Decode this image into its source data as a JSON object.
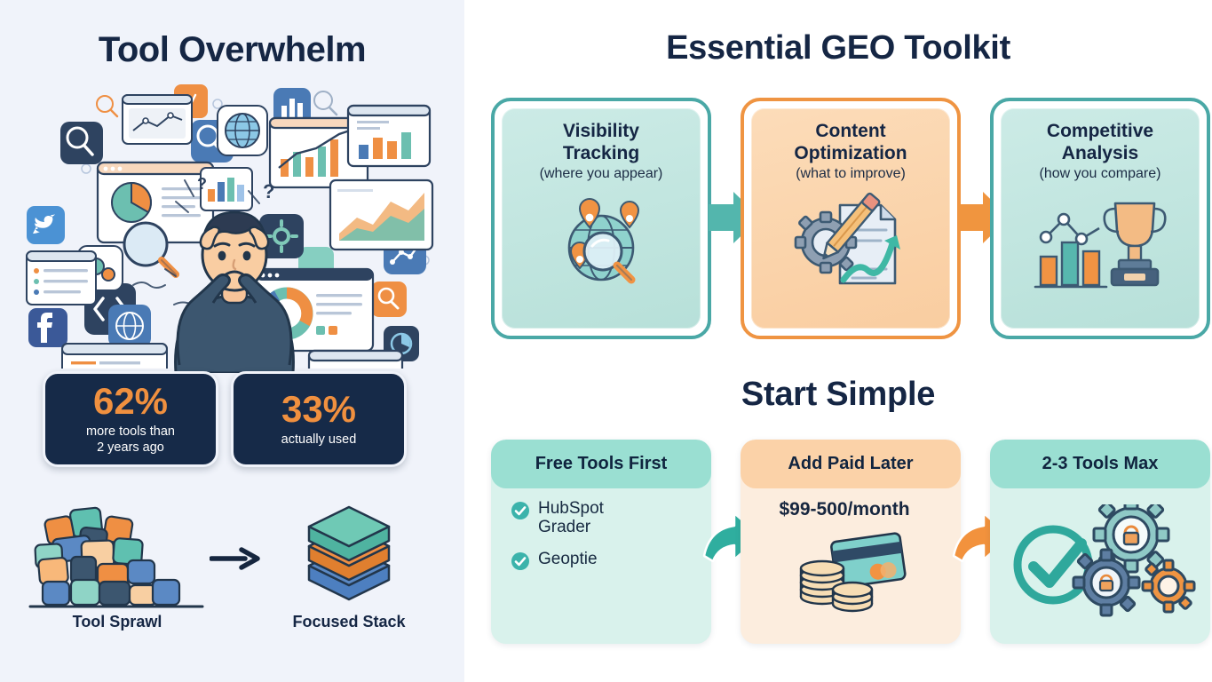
{
  "left": {
    "title": "Tool Overwhelm",
    "stats": [
      {
        "value": "62%",
        "label": "more tools than\n2 years ago",
        "label_line1": "more tools than",
        "label_line2": "2 years ago"
      },
      {
        "value": "33%",
        "label": "actually used",
        "label_line1": "actually used",
        "label_line2": ""
      }
    ],
    "compare": {
      "left_label": "Tool Sprawl",
      "right_label": "Focused Stack",
      "arrow": "arrow-right-icon"
    },
    "cloud_icons": [
      "search-icon",
      "twitter-icon",
      "facebook-icon",
      "code-icon",
      "globe-icon",
      "bar-chart-icon",
      "pie-chart-icon",
      "line-chart-icon",
      "gear-icon",
      "magnifier-icon",
      "dashboard-window",
      "analytics-window",
      "donut-chart-window"
    ]
  },
  "right": {
    "toolkit_title": "Essential GEO Toolkit",
    "toolkit_cards": [
      {
        "heading_line1": "Visibility",
        "heading_line2": "Tracking",
        "subtitle": "(where you appear)",
        "icon": "globe-magnifier-pins-icon",
        "accent": "#4aa8a6",
        "fill": "#bfe6df"
      },
      {
        "heading_line1": "Content",
        "heading_line2": "Optimization",
        "subtitle": "(what to improve)",
        "icon": "gear-pencil-document-icon",
        "accent": "#ef9442",
        "fill": "#fbd5ad"
      },
      {
        "heading_line1": "Competitive",
        "heading_line2": "Analysis",
        "subtitle": "(how you compare)",
        "icon": "trophy-bar-chart-icon",
        "accent": "#2f9a9a",
        "fill": "#bfe6df"
      }
    ],
    "toolkit_arrows": [
      {
        "name": "arrow-right-teal-icon",
        "color": "#53b6ad"
      },
      {
        "name": "arrow-right-orange-icon",
        "color": "#f0953f"
      }
    ],
    "start_title": "Start Simple",
    "simple_cards": [
      {
        "header": "Free Tools First",
        "items": [
          "HubSpot Grader",
          "Geoptie"
        ],
        "item_icon": "check-circle-icon",
        "price": "",
        "icon": "",
        "header_bg": "#9adfd2",
        "body_bg": "#d9f2ec"
      },
      {
        "header": "Add Paid Later",
        "items": [],
        "price": "$99-500/month",
        "icon": "coins-credit-card-icon",
        "header_bg": "#fbd2a8",
        "body_bg": "#fcedde"
      },
      {
        "header": "2-3 Tools Max",
        "items": [],
        "price": "",
        "icon": "check-gears-lock-icon",
        "header_bg": "#9adfd2",
        "body_bg": "#d9f2ec"
      }
    ],
    "simple_arrows": [
      {
        "name": "curved-arrow-teal-icon",
        "color": "#2fae9f"
      },
      {
        "name": "curved-arrow-orange-icon",
        "color": "#f2923d"
      }
    ]
  },
  "theme": {
    "ink": "#152644",
    "orange": "#f0903f",
    "teal": "#4aa8a6",
    "panel_left_bg": "#f0f3fa",
    "panel_right_bg": "#ffffff",
    "navy_card": "#162a48"
  }
}
